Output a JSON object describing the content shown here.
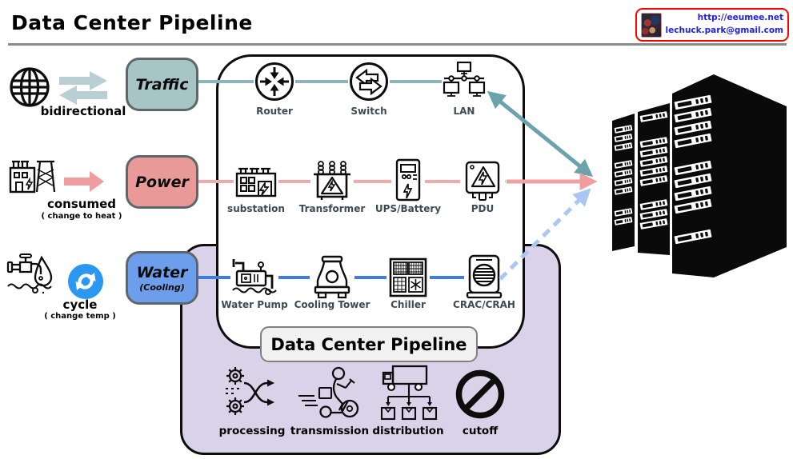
{
  "header": {
    "title": "Data Center Pipeline"
  },
  "badge": {
    "url": "http://eeumee.net",
    "email": "lechuck.park@gmail.com"
  },
  "legend": {
    "traffic": {
      "label": "bidirectional"
    },
    "power": {
      "label": "consumed",
      "note": "( change to heat )"
    },
    "water": {
      "label": "cycle",
      "note": "( change temp )"
    }
  },
  "pipelines": {
    "traffic": {
      "name": "Traffic",
      "nodes": [
        "Router",
        "Switch",
        "LAN"
      ]
    },
    "power": {
      "name": "Power",
      "nodes": [
        "substation",
        "Transformer",
        "UPS/Battery",
        "PDU"
      ]
    },
    "water": {
      "name": "Water",
      "subtitle": "(Cooling)",
      "nodes": [
        "Water Pump",
        "Cooling Tower",
        "Chiller",
        "CRAC/CRAH"
      ]
    }
  },
  "datacenter_box": {
    "label": "Data Center Pipeline",
    "stages": [
      "processing",
      "transmission",
      "distribution",
      "cutoff"
    ]
  },
  "colors": {
    "traffic_fill": "#a7c4c6",
    "power_fill": "#ea9999",
    "water_fill": "#6d9eeb",
    "traffic_line": "#8fb4ba",
    "power_line": "#f2a9a9",
    "water_line": "#3d7ddb",
    "water_return_dashed": "#a9c7f0",
    "panel_fill": "#d9d2e9",
    "badge_border": "#ff0000",
    "link_text": "#2020ee"
  }
}
